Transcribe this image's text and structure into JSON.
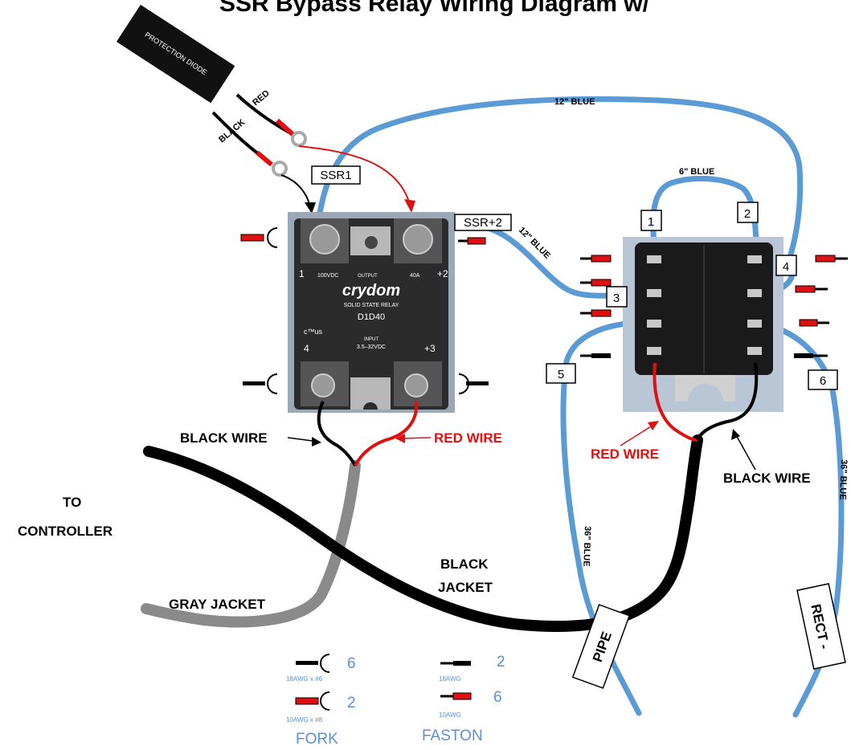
{
  "title": "SSR Bypass Relay Wiring Diagram w/",
  "diode": {
    "label": "PROTECTION DIODE",
    "red_label": "RED",
    "black_label": "BLACK"
  },
  "wires": {
    "blue_12_top": "12\" BLUE",
    "blue_6": "6\" BLUE",
    "blue_12_side": "12\" BLUE",
    "blue_36_left": "36\" BLUE",
    "blue_36_right": "36\" BLUE"
  },
  "tags": {
    "ssr1": "SSR1",
    "ssr2": "SSR+2",
    "pipe": "PIPE",
    "rect": "RECT -"
  },
  "relay_pins": [
    "1",
    "2",
    "3",
    "4",
    "5",
    "6"
  ],
  "ssr": {
    "brand": "crydom",
    "subtitle": "SOLID STATE RELAY",
    "model": "D1D40",
    "output_label": "OUTPUT",
    "output_voltage": "100VDC",
    "output_current": "40A",
    "input_label": "INPUT",
    "input_range": "3.5–32VDC",
    "terminal_1": "1",
    "terminal_2": "+2",
    "terminal_3": "+3",
    "terminal_4": "4",
    "ul_mark": "c™us"
  },
  "labels": {
    "black_wire_left": "BLACK WIRE",
    "red_wire_left": "RED WIRE",
    "red_wire_right": "RED WIRE",
    "black_wire_right": "BLACK WIRE",
    "to_controller": [
      "TO",
      "CONTROLLER"
    ],
    "black_jacket": [
      "BLACK",
      "JACKET"
    ],
    "gray_jacket": "GRAY JACKET"
  },
  "legend": {
    "fork_black_count": "6",
    "fork_black_spec": "18AWG x #6",
    "fork_red_count": "2",
    "fork_red_spec": "10AWG x #8",
    "fork_caption": "FORK",
    "faston_black_count": "2",
    "faston_black_spec": "18AWG",
    "faston_red_count": "6",
    "faston_red_spec": "10AWG",
    "faston_caption": "FASTON"
  },
  "colors": {
    "blue_wire": "#5b9bd5",
    "red_wire": "#e01010",
    "black_wire": "#000000",
    "gray_jacket": "#8a8a8a",
    "legend_text": "#5b8fd6",
    "relay_body": "#b9c6d6",
    "ssr_body": "#2b2b2b"
  }
}
